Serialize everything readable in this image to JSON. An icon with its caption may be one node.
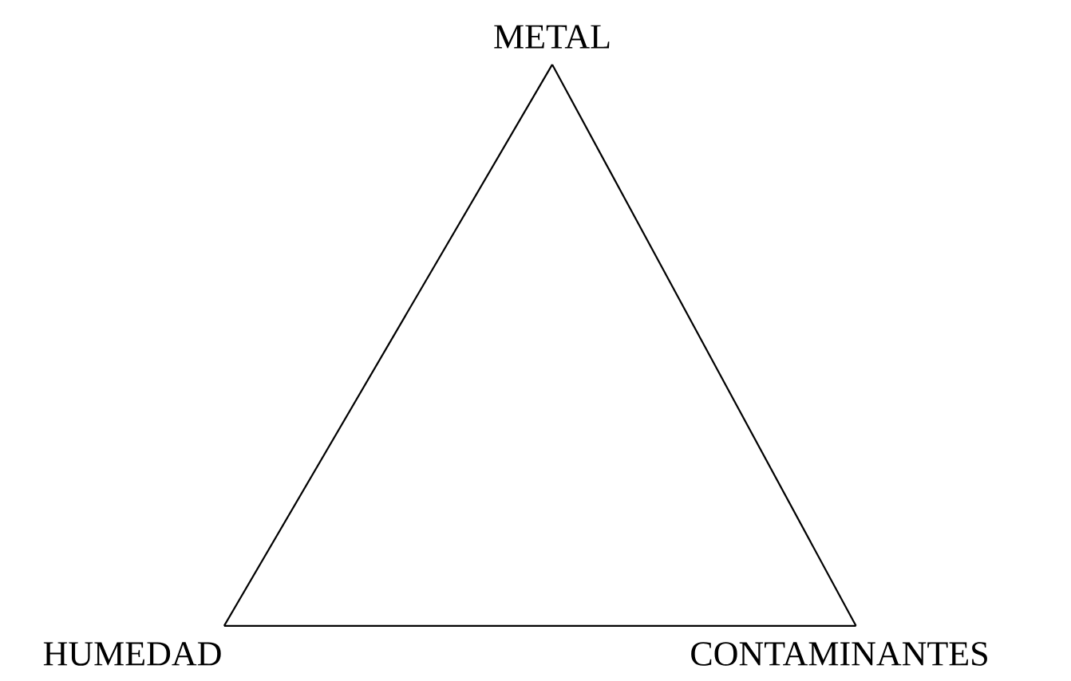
{
  "diagram": {
    "nodes": [
      {
        "text": [
          "METAL"
        ]
      },
      {
        "text": [
          "HUMEDAD"
        ]
      },
      {
        "text": [
          "CONTAMINANTES"
        ]
      }
    ],
    "edges": [
      {
        "from": 0,
        "to": 1,
        "arrow": "none"
      },
      {
        "from": 1,
        "to": 2,
        "arrow": "none"
      },
      {
        "from": 2,
        "to": 0,
        "arrow": "none"
      }
    ]
  }
}
